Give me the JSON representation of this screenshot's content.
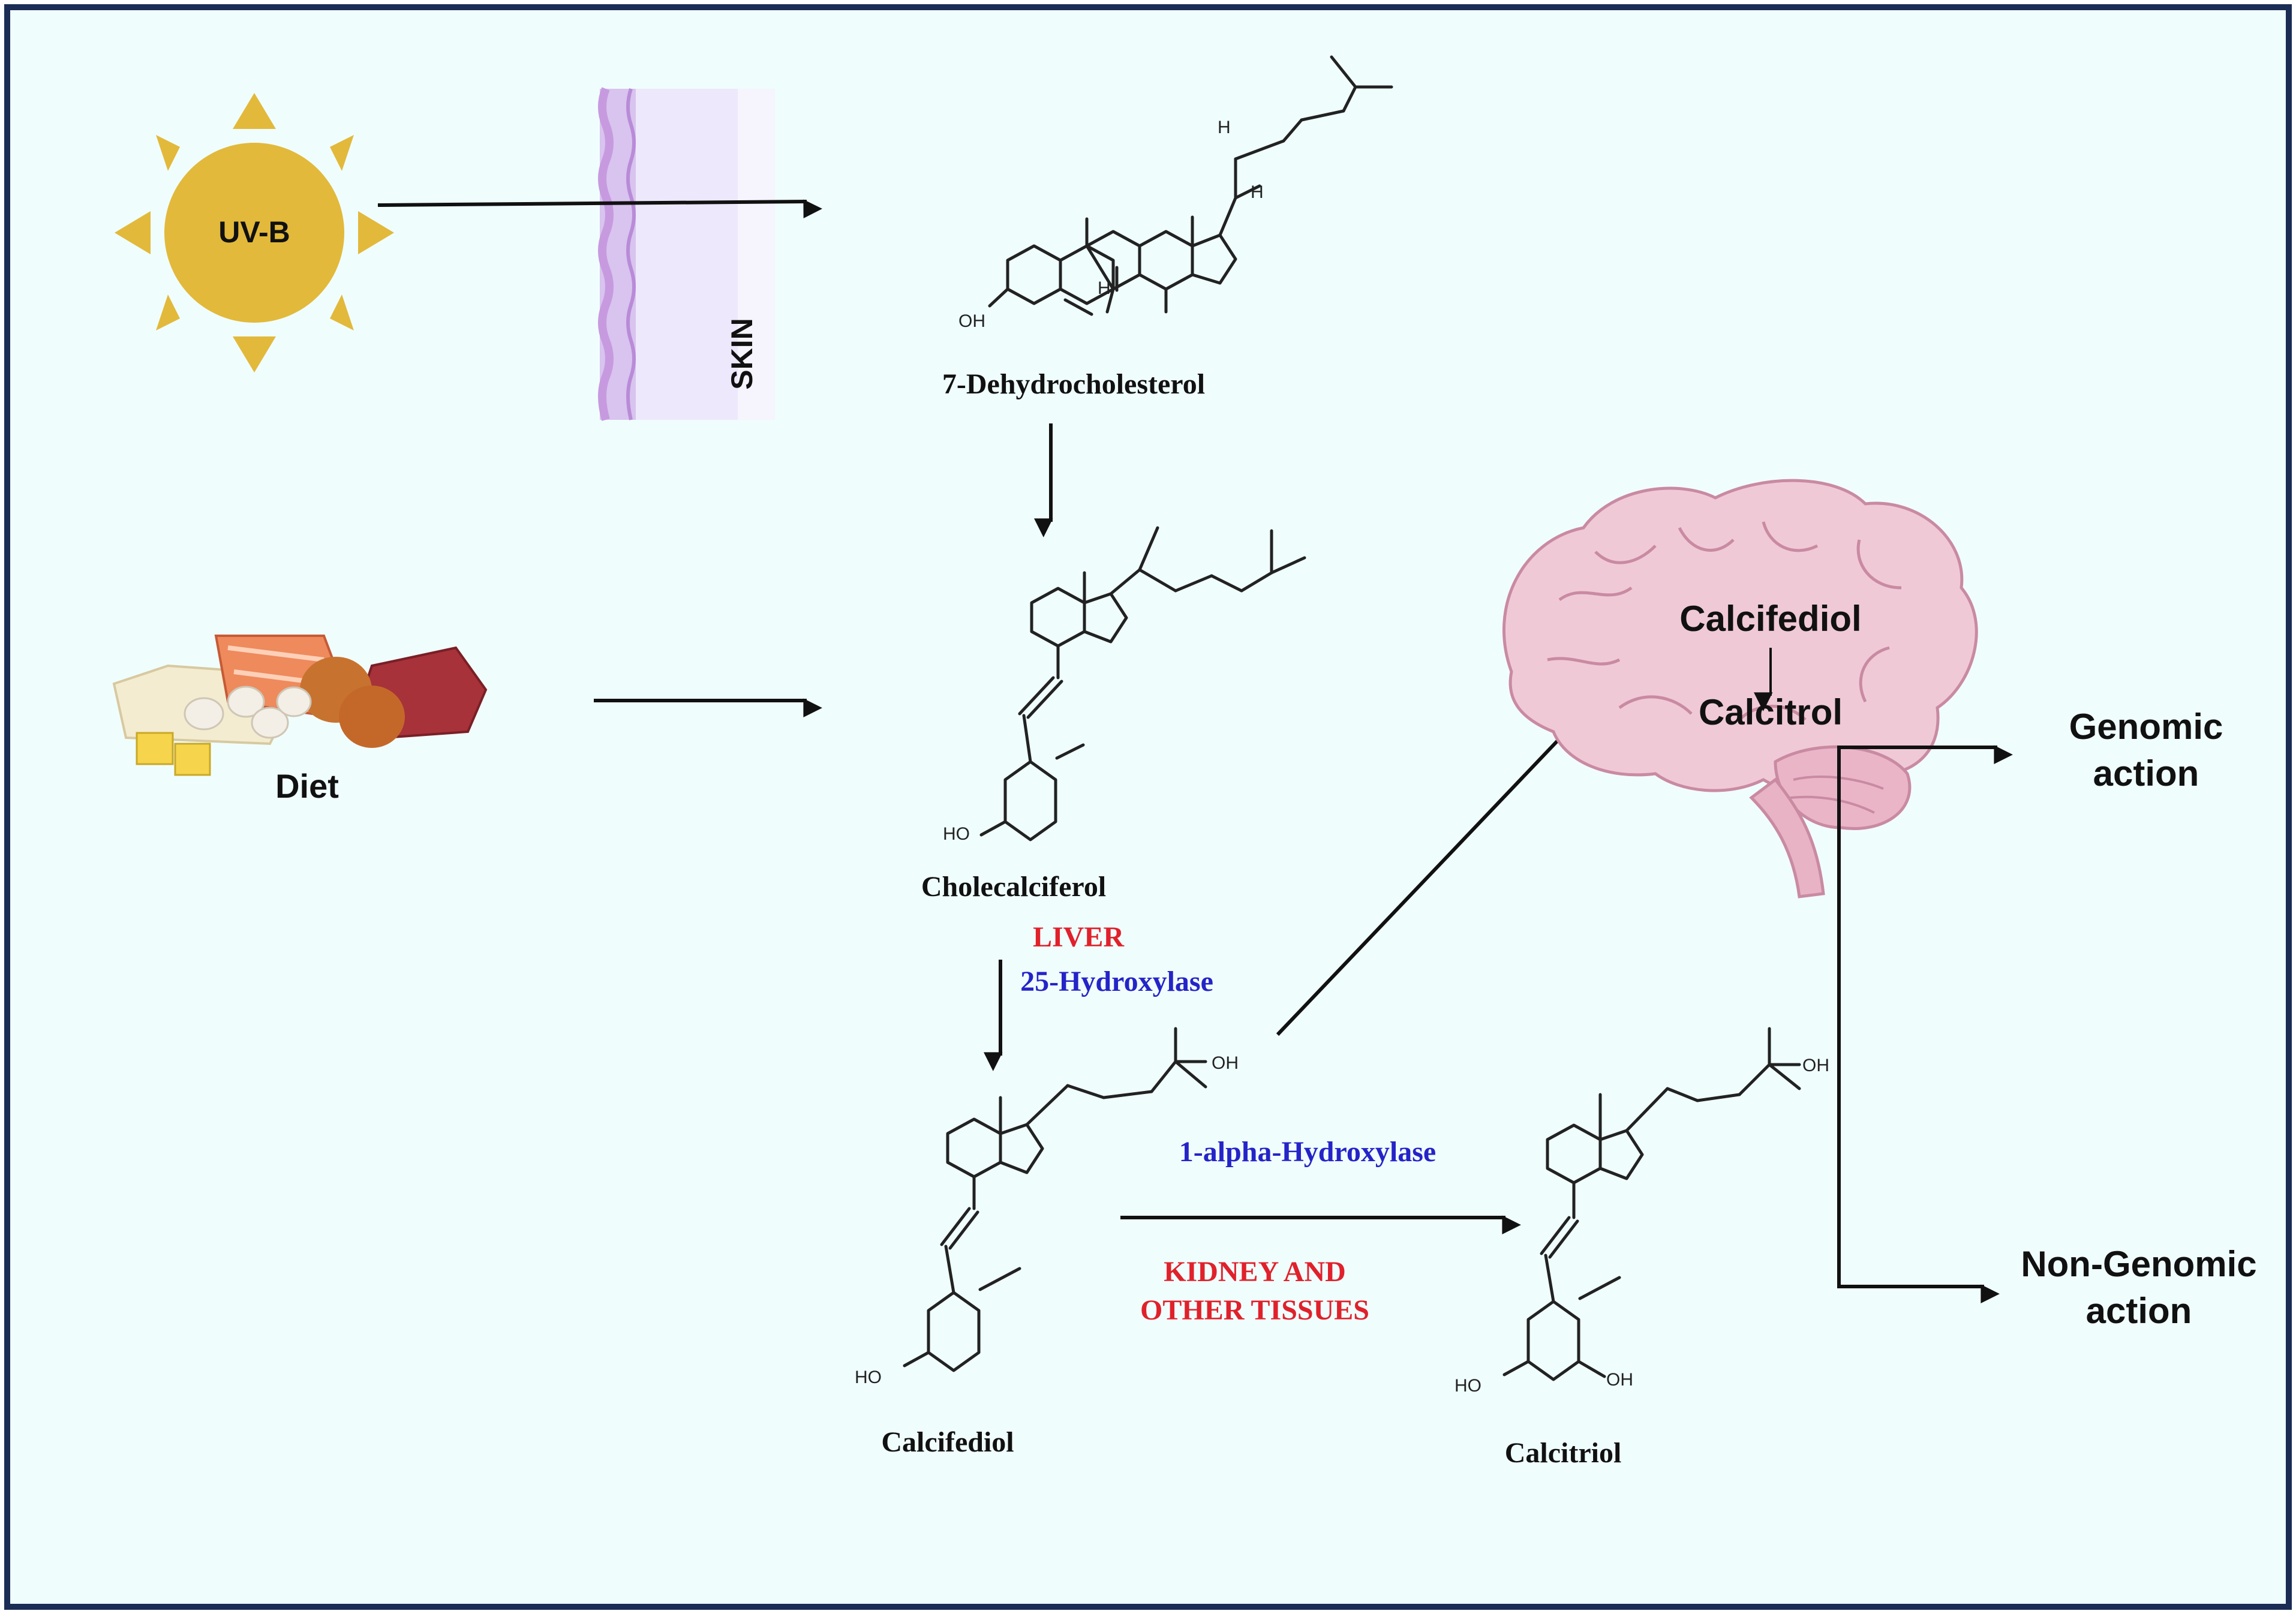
{
  "sun": {
    "label": "UV-B",
    "color": "#e2b93b"
  },
  "skin": {
    "label": "SKIN"
  },
  "diet": {
    "label": "Diet"
  },
  "molecules": {
    "dehydrocholesterol": "7-Dehydrocholesterol",
    "cholecalciferol": "Cholecalciferol",
    "calcifediol": "Calcifediol",
    "calcitriol": "Calcitriol"
  },
  "step1": {
    "organ": "LIVER",
    "enzyme": "25-Hydroxylase"
  },
  "step2": {
    "enzyme": "1-alpha-Hydroxylase",
    "organ_line1": "KIDNEY AND",
    "organ_line2": "OTHER TISSUES"
  },
  "brain": {
    "top": "Calcifediol",
    "bottom": "Calcitrol",
    "color": "#f0c9d6"
  },
  "outcomes": {
    "genomic_line1": "Genomic",
    "genomic_line2": "action",
    "nongenomic_line1": "Non-Genomic",
    "nongenomic_line2": "action"
  },
  "atoms": {
    "oh": "OH",
    "ho": "HO",
    "h": "H"
  },
  "colors": {
    "background": "#f0fdfd",
    "border": "#1b2d55",
    "organ_red": "#e0212b",
    "enzyme_blue": "#2424c8"
  }
}
